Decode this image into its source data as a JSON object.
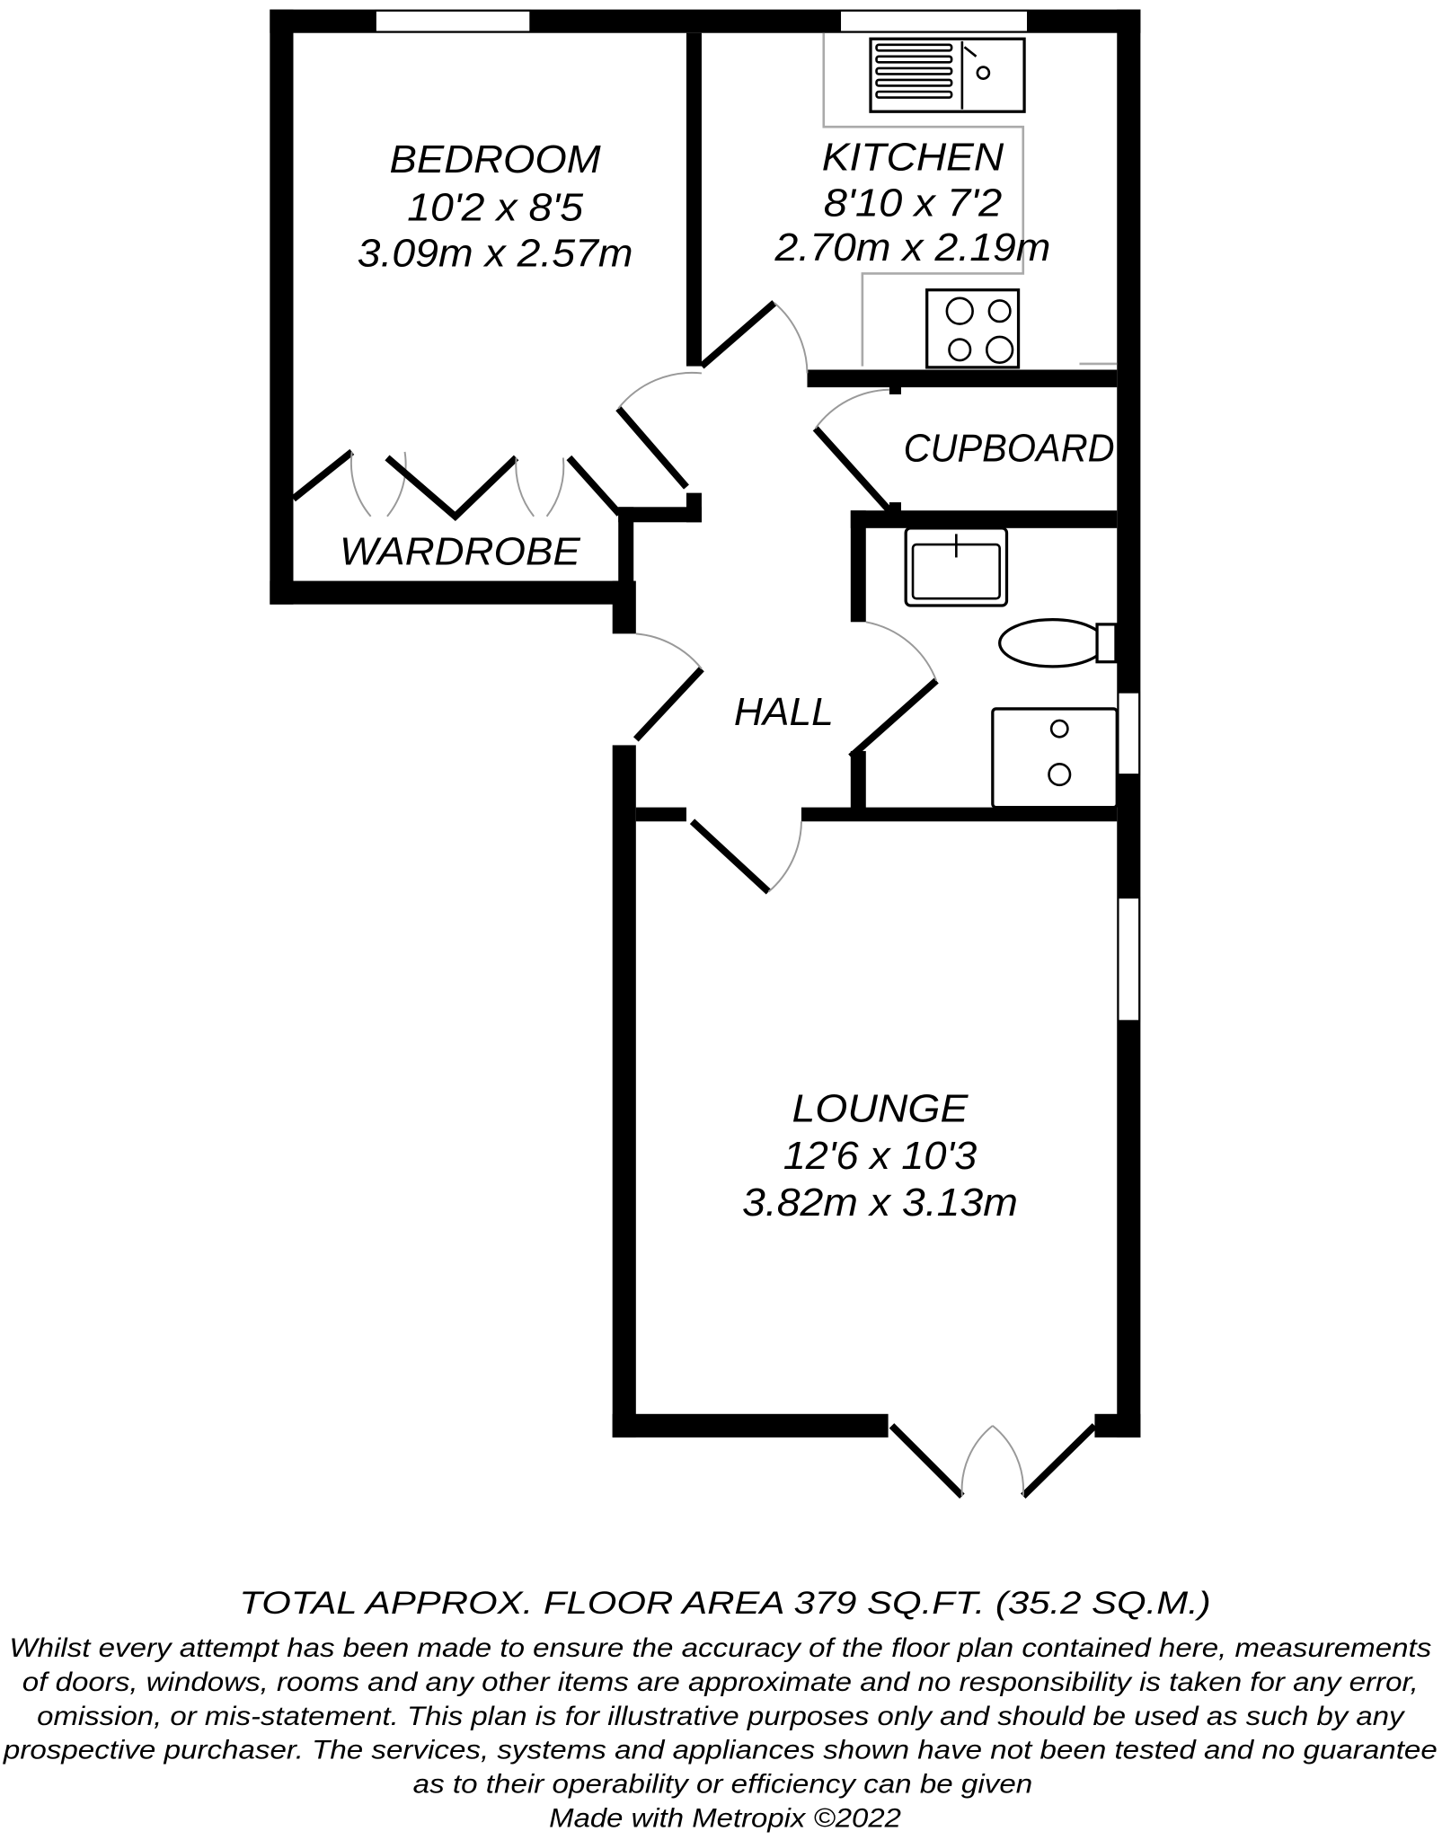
{
  "rooms": {
    "bedroom": {
      "name": "BEDROOM",
      "imperial": "10'2 x 8'5",
      "metric": "3.09m x 2.57m"
    },
    "kitchen": {
      "name": "KITCHEN",
      "imperial": "8'10 x 7'2",
      "metric": "2.70m x 2.19m"
    },
    "cupboard": {
      "name": "CUPBOARD"
    },
    "wardrobe": {
      "name": "WARDROBE"
    },
    "hall": {
      "name": "HALL"
    },
    "lounge": {
      "name": "LOUNGE",
      "imperial": "12'6 x 10'3",
      "metric": "3.82m x 3.13m"
    }
  },
  "footer": {
    "total_area": "TOTAL APPROX. FLOOR AREA 379 SQ.FT. (35.2 SQ.M.)",
    "disclaimer_lines": [
      "Whilst every attempt has been made to ensure the accuracy of the floor plan contained here, measurements",
      "of doors, windows, rooms and any other items are approximate and no responsibility is taken for any error,",
      "omission, or mis-statement. This plan is for illustrative purposes only and should be used as such by any",
      "prospective purchaser. The services, systems and appliances shown have not been tested and no guarantee",
      "as to their operability or efficiency can be given"
    ],
    "credit": "Made with Metropix ©2022"
  }
}
